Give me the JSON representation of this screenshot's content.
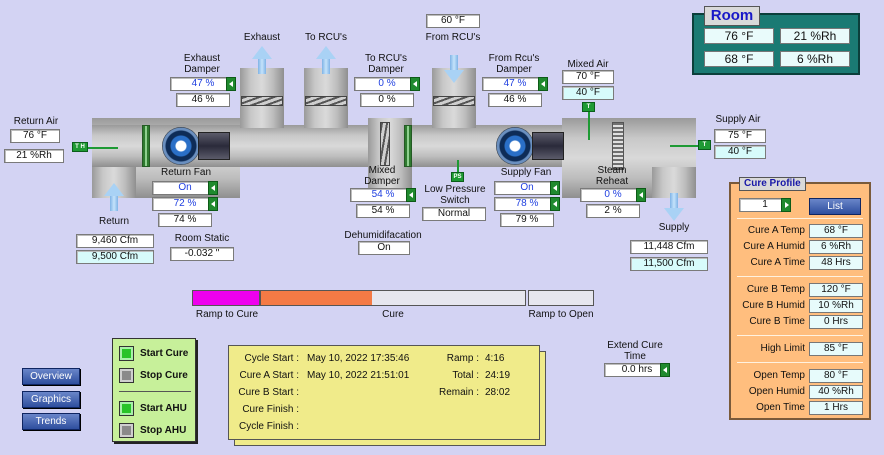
{
  "room": {
    "title": "Room",
    "temp1": "76 °F",
    "humid1": "21 %Rh",
    "temp2": "68 °F",
    "humid2": "6 %Rh"
  },
  "return_air": {
    "label": "Return Air",
    "temp": "76 °F",
    "humid": "21 %Rh",
    "sensor": "T H"
  },
  "exhaust": {
    "label": "Exhaust"
  },
  "to_rcus": {
    "label": "To RCU's"
  },
  "from_rcus": {
    "temp": "60 °F",
    "label": "From RCU's"
  },
  "exhaust_damper": {
    "label": "Exhaust\nDamper",
    "cmd": "47 %",
    "fb": "46 %"
  },
  "to_rcu_damper": {
    "label": "To RCU's\nDamper",
    "cmd": "0 %",
    "fb": "0 %"
  },
  "from_rcu_damper": {
    "label": "From Rcu's\nDamper",
    "cmd": "47 %",
    "fb": "46 %"
  },
  "mixed_air": {
    "label": "Mixed Air",
    "temp1": "70 °F",
    "temp2": "40 °F",
    "sensor": "T"
  },
  "supply_air": {
    "label": "Supply Air",
    "temp1": "75 °F",
    "temp2": "40 °F",
    "sensor": "T"
  },
  "return_fan": {
    "label": "Return Fan",
    "cmd": "On",
    "speed": "72 %",
    "fb": "74 %"
  },
  "mixed_damper": {
    "label": "Mixed\nDamper",
    "cmd": "54 %",
    "fb": "54 %"
  },
  "low_pressure": {
    "label": "Low Pressure\nSwitch",
    "value": "Normal",
    "sensor": "PS"
  },
  "supply_fan": {
    "label": "Supply Fan",
    "cmd": "On",
    "speed": "78 %",
    "fb": "79 %"
  },
  "steam_reheat": {
    "label": "Steam\nReheat",
    "value": "0 %",
    "fb": "2 %"
  },
  "return_flow": {
    "label": "Return",
    "v1": "9,460 Cfm",
    "v2": "9,500 Cfm"
  },
  "room_static": {
    "label": "Room Static",
    "value": "-0.032 \""
  },
  "dehumid": {
    "label": "Dehumidifacation",
    "value": "On"
  },
  "supply_flow": {
    "label": "Supply",
    "v1": "11,448 Cfm",
    "v2": "11,500 Cfm"
  },
  "progress": {
    "ramp_label": "Ramp to Cure",
    "cure_label": "Cure",
    "open_label": "Ramp to Open",
    "ramp_fill": 1.0,
    "cure_fill": 0.42,
    "open_fill": 0.0,
    "colors": {
      "ramp": "#ee00ee",
      "cure": "#f47a45",
      "empty": "#e6e6ee"
    }
  },
  "controls": {
    "start_cure": "Start Cure",
    "stop_cure": "Stop Cure",
    "start_ahu": "Start AHU",
    "stop_ahu": "Stop AHU"
  },
  "nav": {
    "overview": "Overview",
    "graphics": "Graphics",
    "trends": "Trends"
  },
  "schedule": {
    "cycle_start_l": "Cycle Start :",
    "cycle_start_v": "May 10, 2022  17:35:46",
    "cure_a_start_l": "Cure A Start :",
    "cure_a_start_v": "May 10, 2022  21:51:01",
    "cure_b_start_l": "Cure B Start :",
    "cure_finish_l": "Cure Finish :",
    "cycle_finish_l": "Cycle Finish :",
    "ramp_l": "Ramp :",
    "ramp_v": "4:16",
    "total_l": "Total :",
    "total_v": "24:19",
    "remain_l": "Remain :",
    "remain_v": "28:02"
  },
  "extend_cure": {
    "label": "Extend Cure\nTime",
    "value": "0.0 hrs"
  },
  "cure_profile": {
    "title": "Cure Profile",
    "profile": "1",
    "list": "List",
    "rows": [
      {
        "name": "Cure A Temp",
        "value": "68 °F"
      },
      {
        "name": "Cure A Humid",
        "value": "6 %Rh"
      },
      {
        "name": "Cure A Time",
        "value": "48 Hrs"
      },
      {
        "name": "Cure B Temp",
        "value": "120 °F"
      },
      {
        "name": "Cure B Humid",
        "value": "10 %Rh"
      },
      {
        "name": "Cure B Time",
        "value": "0 Hrs"
      },
      {
        "name": "High Limit",
        "value": "85 °F"
      },
      {
        "name": "Open Temp",
        "value": "80 °F"
      },
      {
        "name": "Open Humid",
        "value": "40 %Rh"
      },
      {
        "name": "Open Time",
        "value": "1 Hrs"
      }
    ]
  }
}
